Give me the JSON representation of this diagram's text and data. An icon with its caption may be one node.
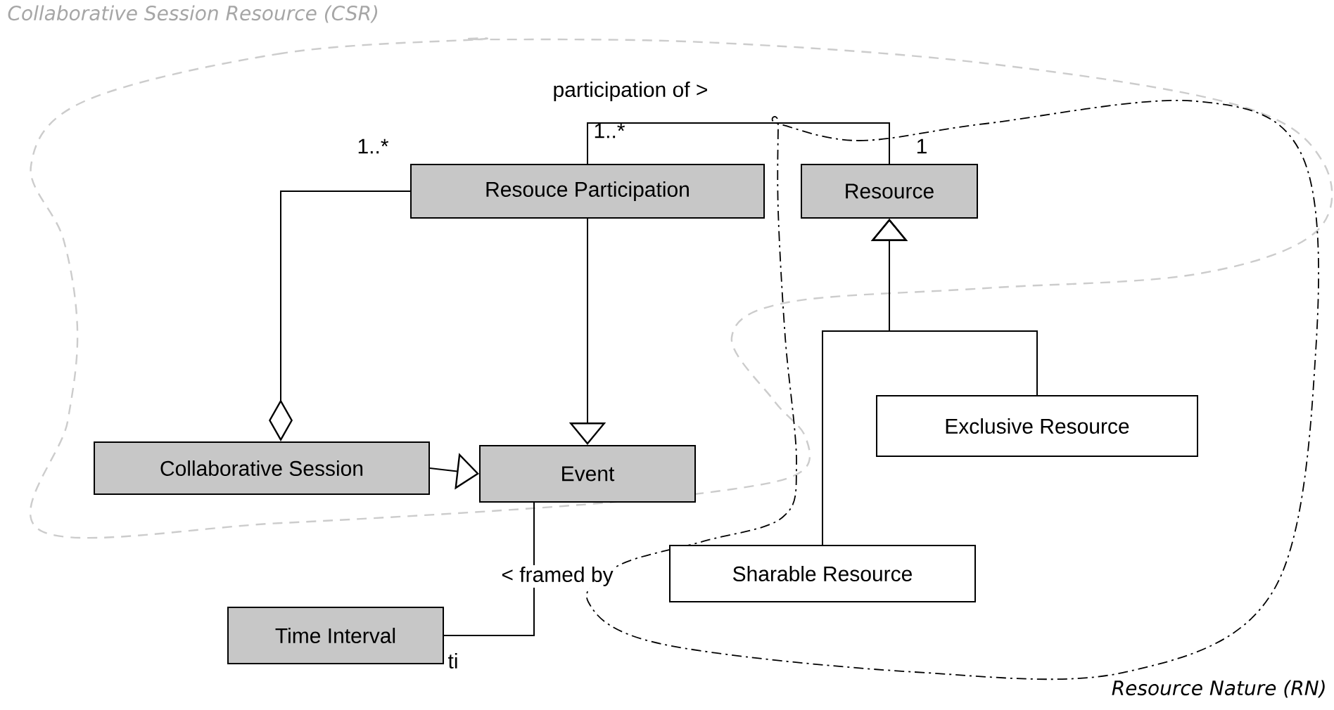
{
  "diagram": {
    "nodes": [
      {
        "text": [
          "Resouce Participation"
        ]
      },
      {
        "text": [
          "Resource"
        ]
      },
      {
        "text": [
          "Collaborative Session"
        ]
      },
      {
        "text": [
          "Event"
        ]
      },
      {
        "text": [
          "Time Interval"
        ]
      },
      {
        "text": [
          "Exclusive Resource"
        ]
      },
      {
        "text": [
          "Sharable Resource"
        ]
      }
    ],
    "edges": [
      {
        "from": 0,
        "to": 1,
        "arrow": "none",
        "label": "participation of >"
      },
      {
        "from": 2,
        "to": 0,
        "arrow": "other"
      },
      {
        "from": 0,
        "to": 3,
        "arrow": "to"
      },
      {
        "from": 2,
        "to": 3,
        "arrow": "to"
      },
      {
        "from": 5,
        "to": 1,
        "arrow": "to"
      },
      {
        "from": 6,
        "to": 1,
        "arrow": "to"
      },
      {
        "from": 3,
        "to": 4,
        "arrow": "none",
        "label": "< framed by"
      }
    ],
    "labels": [
      "Collaborative Session Resource (CSR)",
      "1..*",
      "1..*",
      "1",
      "ti",
      "Resource Nature (RN)"
    ]
  }
}
